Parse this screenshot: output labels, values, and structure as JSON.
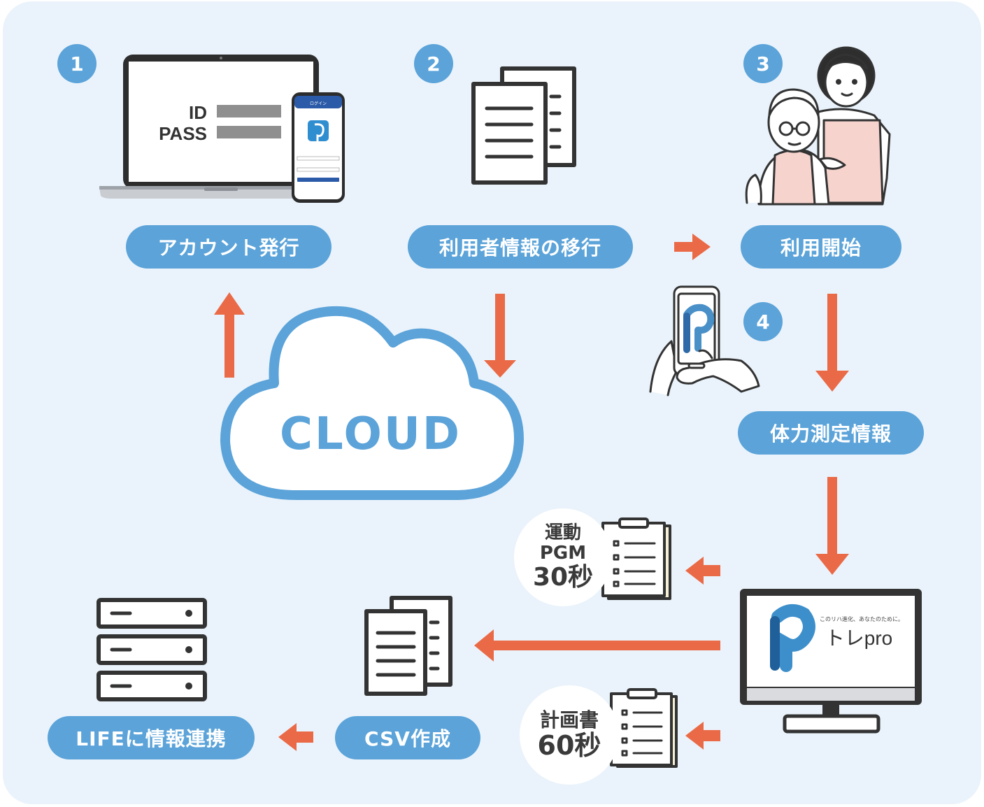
{
  "steps": {
    "step1": {
      "number": "1",
      "label": "アカウント発行",
      "id_label": "ID",
      "pass_label": "PASS"
    },
    "step2": {
      "number": "2",
      "label": "利用者情報の移行"
    },
    "step3": {
      "number": "3",
      "label": "利用開始"
    },
    "step4": {
      "number": "4",
      "label": "体力測定情報"
    }
  },
  "phone_screen": {
    "title": "ログイン"
  },
  "cloud": {
    "label": "CLOUD"
  },
  "outputs": {
    "exercise_pgm": {
      "line1": "運動",
      "line2": "PGM",
      "line3": "30秒"
    },
    "plan": {
      "line1": "計画書",
      "line2": "60秒"
    },
    "csv": {
      "label": "CSV作成"
    },
    "life": {
      "label": "LIFEに情報連携"
    }
  },
  "brand": {
    "name": "トレpro",
    "tagline": "このリハ進化、あなたのために。"
  },
  "colors": {
    "background": "#eaf3fb",
    "accent_blue": "#5ba3d9",
    "arrow_orange": "#ea6a47",
    "line_dark": "#333333"
  }
}
